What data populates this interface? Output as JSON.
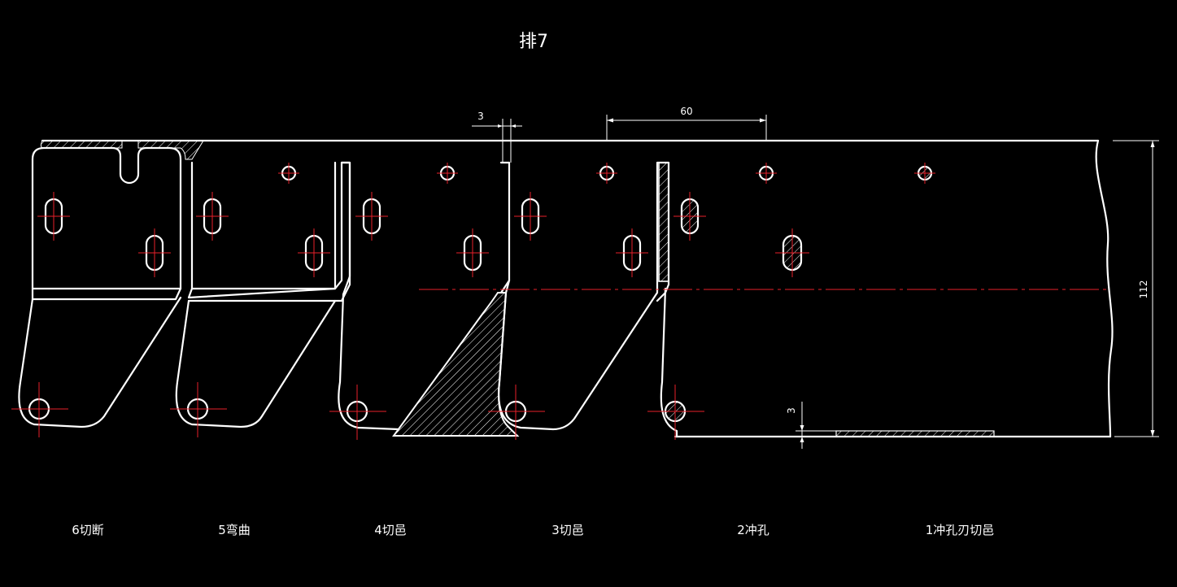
{
  "title": "排7",
  "colors": {
    "background": "#000000",
    "outline": "#ffffff",
    "centerline": "#e8202a"
  },
  "dimensions": {
    "gap": "3",
    "pitch": "60",
    "height": "112",
    "offset": "3"
  },
  "stages": [
    "6切断",
    "5弯曲",
    "4切邑",
    "3切邑",
    "2冲孔",
    "1冲孔刃切邑"
  ]
}
